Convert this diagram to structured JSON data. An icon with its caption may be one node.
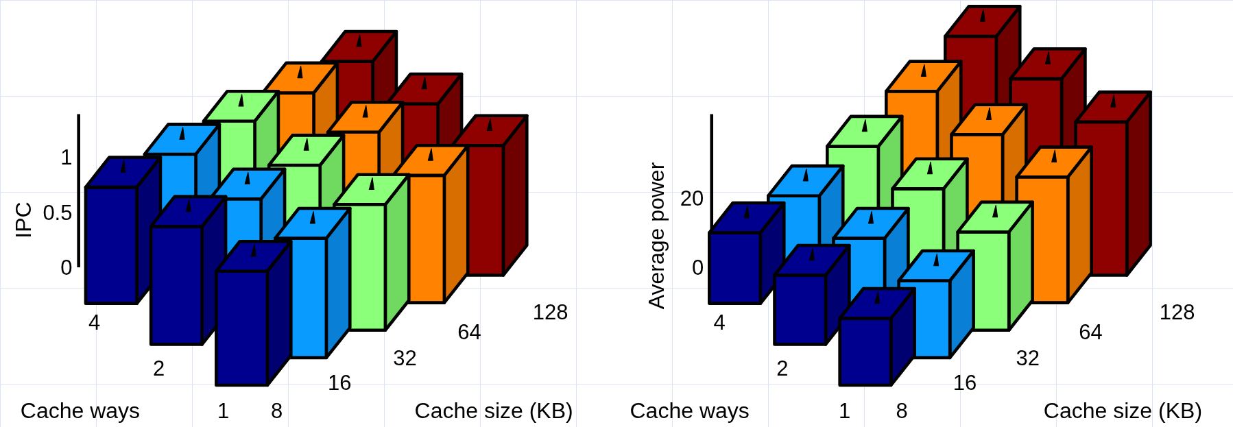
{
  "diagram": {
    "labels": [
      "IPC",
      "1",
      "0.5",
      "0",
      "4",
      "2",
      "1",
      "8",
      "16",
      "32",
      "64",
      "128",
      "Cache ways",
      "Cache size (KB)",
      "Average power",
      "20",
      "0",
      "4",
      "2",
      "1",
      "8",
      "16",
      "32",
      "64",
      "128",
      "Cache ways",
      "Cache size (KB)"
    ]
  }
}
